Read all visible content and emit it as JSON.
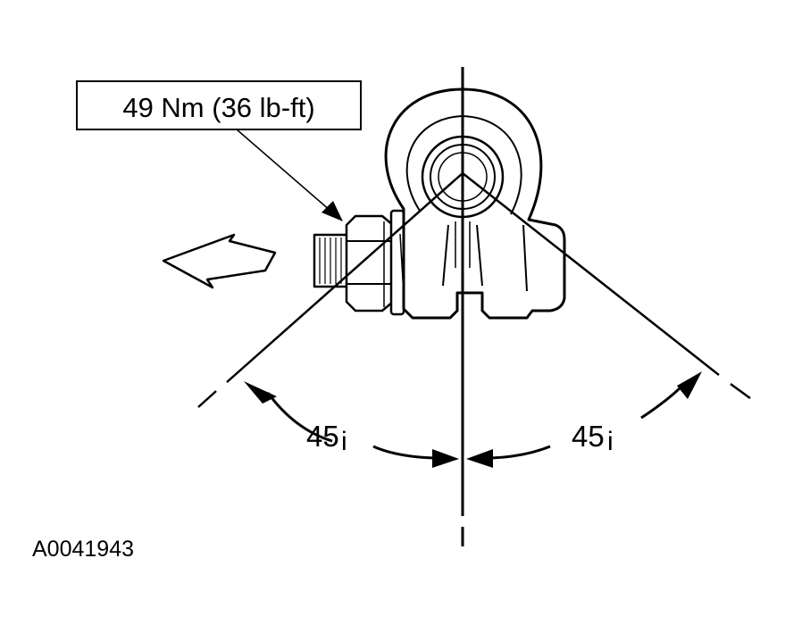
{
  "callout": {
    "torque_label": "49 Nm (36 lb-ft)"
  },
  "angles": {
    "left_value": "45",
    "left_unit": "i",
    "right_value": "45",
    "right_unit": "i"
  },
  "figure_id": "A0041943",
  "icons": {
    "direction_arrow": "left-arrow-icon"
  },
  "colors": {
    "ink": "#000000",
    "paper": "#ffffff"
  }
}
